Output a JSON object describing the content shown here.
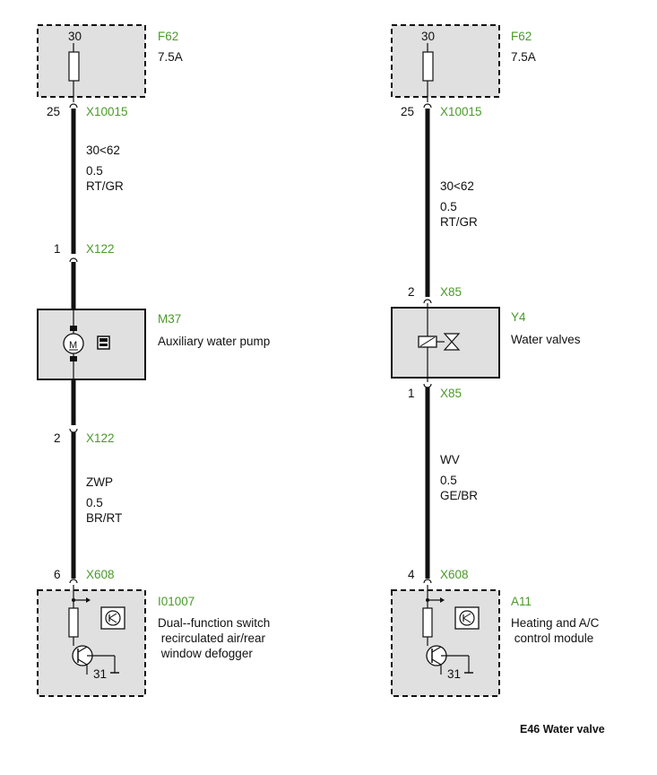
{
  "caption": "E46 Water valve",
  "left": {
    "fuse": {
      "pin": "30",
      "id": "F62",
      "rating": "7.5A"
    },
    "top_connector": {
      "pin": "25",
      "id": "X10015"
    },
    "wire1": {
      "circuit": "30<62",
      "gauge": "0.5",
      "color": "RT/GR"
    },
    "pump_in": {
      "pin": "1",
      "id": "X122"
    },
    "component": {
      "id": "M37",
      "name": "Auxiliary water pump"
    },
    "pump_out": {
      "pin": "2",
      "id": "X122"
    },
    "wire2": {
      "circuit": "ZWP",
      "gauge": "0.5",
      "color": "BR/RT"
    },
    "module_connector": {
      "pin": "6",
      "id": "X608"
    },
    "module": {
      "id": "I01007",
      "name_lines": [
        "Dual--function switch",
        " recirculated air/rear",
        " window defogger"
      ],
      "ground": "31"
    }
  },
  "right": {
    "fuse": {
      "pin": "30",
      "id": "F62",
      "rating": "7.5A"
    },
    "top_connector": {
      "pin": "25",
      "id": "X10015"
    },
    "wire1": {
      "circuit": "30<62",
      "gauge": "0.5",
      "color": "RT/GR"
    },
    "valve_in": {
      "pin": "2",
      "id": "X85"
    },
    "component": {
      "id": "Y4",
      "name": "Water valves"
    },
    "valve_out": {
      "pin": "1",
      "id": "X85"
    },
    "wire2": {
      "circuit": "WV",
      "gauge": "0.5",
      "color": "GE/BR"
    },
    "module_connector": {
      "pin": "4",
      "id": "X608"
    },
    "module": {
      "id": "A11",
      "name_lines": [
        "Heating and A/C",
        " control module"
      ],
      "ground": "31"
    }
  }
}
